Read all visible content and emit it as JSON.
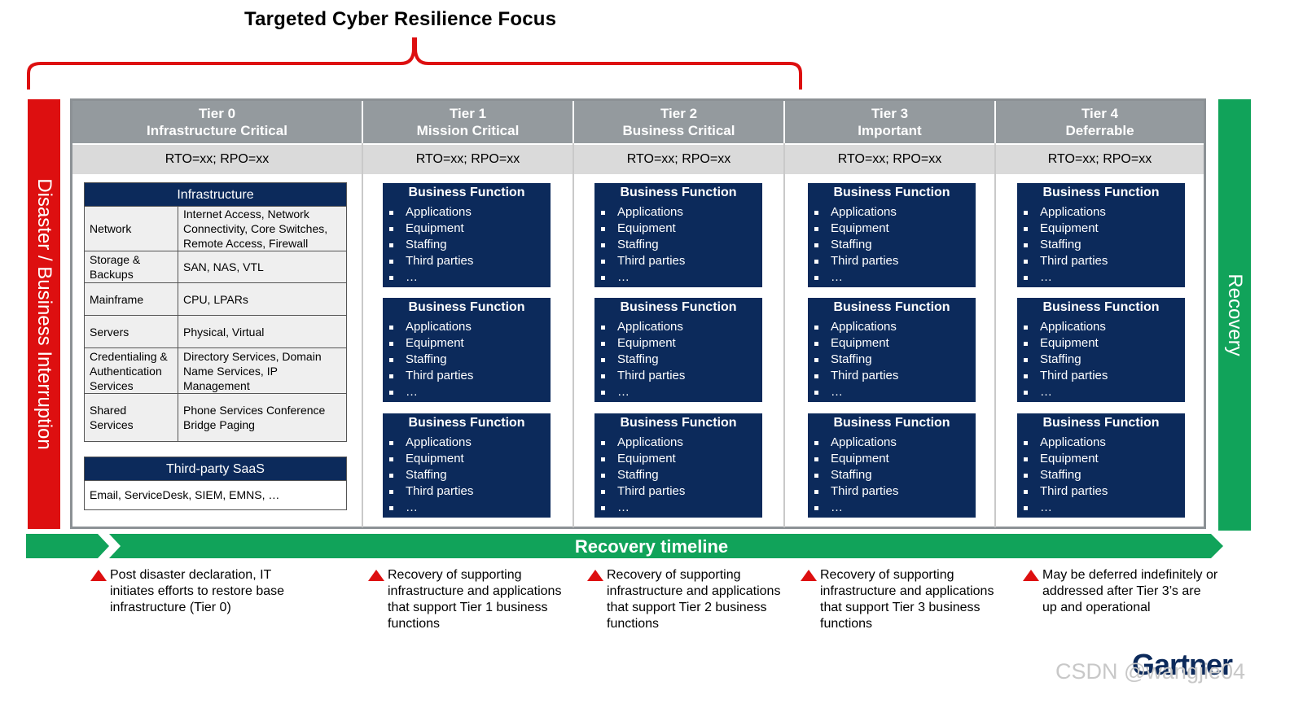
{
  "title": "Targeted Cyber Resilience Focus",
  "left_side_label": "Disaster / Business Interruption",
  "right_side_label": "Recovery",
  "tiers": [
    {
      "line1": "Tier 0",
      "line2": "Infrastructure Critical",
      "rto": "RTO=xx; RPO=xx"
    },
    {
      "line1": "Tier 1",
      "line2": "Mission Critical",
      "rto": "RTO=xx; RPO=xx"
    },
    {
      "line1": "Tier 2",
      "line2": "Business Critical",
      "rto": "RTO=xx; RPO=xx"
    },
    {
      "line1": "Tier 3",
      "line2": "Important",
      "rto": "RTO=xx; RPO=xx"
    },
    {
      "line1": "Tier 4",
      "line2": "Deferrable",
      "rto": "RTO=xx; RPO=xx"
    }
  ],
  "infrastructure": {
    "header": "Infrastructure",
    "rows": [
      {
        "c1": "Network",
        "c2": "Internet Access, Network Connectivity, Core Switches, Remote Access, Firewall"
      },
      {
        "c1": "Storage & Backups",
        "c2": "SAN, NAS, VTL"
      },
      {
        "c1": "Mainframe",
        "c2": "CPU, LPARs"
      },
      {
        "c1": "Servers",
        "c2": "Physical, Virtual"
      },
      {
        "c1": "Credentialing & Authentication Services",
        "c2": "Directory Services, Domain Name Services, IP Management"
      },
      {
        "c1": "Shared Services",
        "c2": "Phone Services Conference Bridge Paging"
      }
    ]
  },
  "saas": {
    "header": "Third-party SaaS",
    "body": "Email, ServiceDesk, SIEM, EMNS, …"
  },
  "business_function": {
    "title": "Business Function",
    "items": [
      "Applications",
      "Equipment",
      "Staffing",
      "Third parties",
      "…"
    ]
  },
  "timeline_label": "Recovery timeline",
  "notes": [
    "Post disaster declaration, IT initiates efforts to restore base infrastructure (Tier 0)",
    "Recovery of supporting infrastructure and applications that support Tier 1 business functions",
    "Recovery of supporting infrastructure and applications that support Tier 2 business functions",
    "Recovery of supporting infrastructure and applications that support Tier 3 business functions",
    "May be deferred indefinitely or addressed after Tier 3’s are up and operational"
  ],
  "logo": "Gartner",
  "watermark": "CSDN @wangjie04",
  "colors": {
    "red": "#dd0f10",
    "green": "#11a35a",
    "navy": "#0c2a5b",
    "gray": "#949a9e"
  }
}
